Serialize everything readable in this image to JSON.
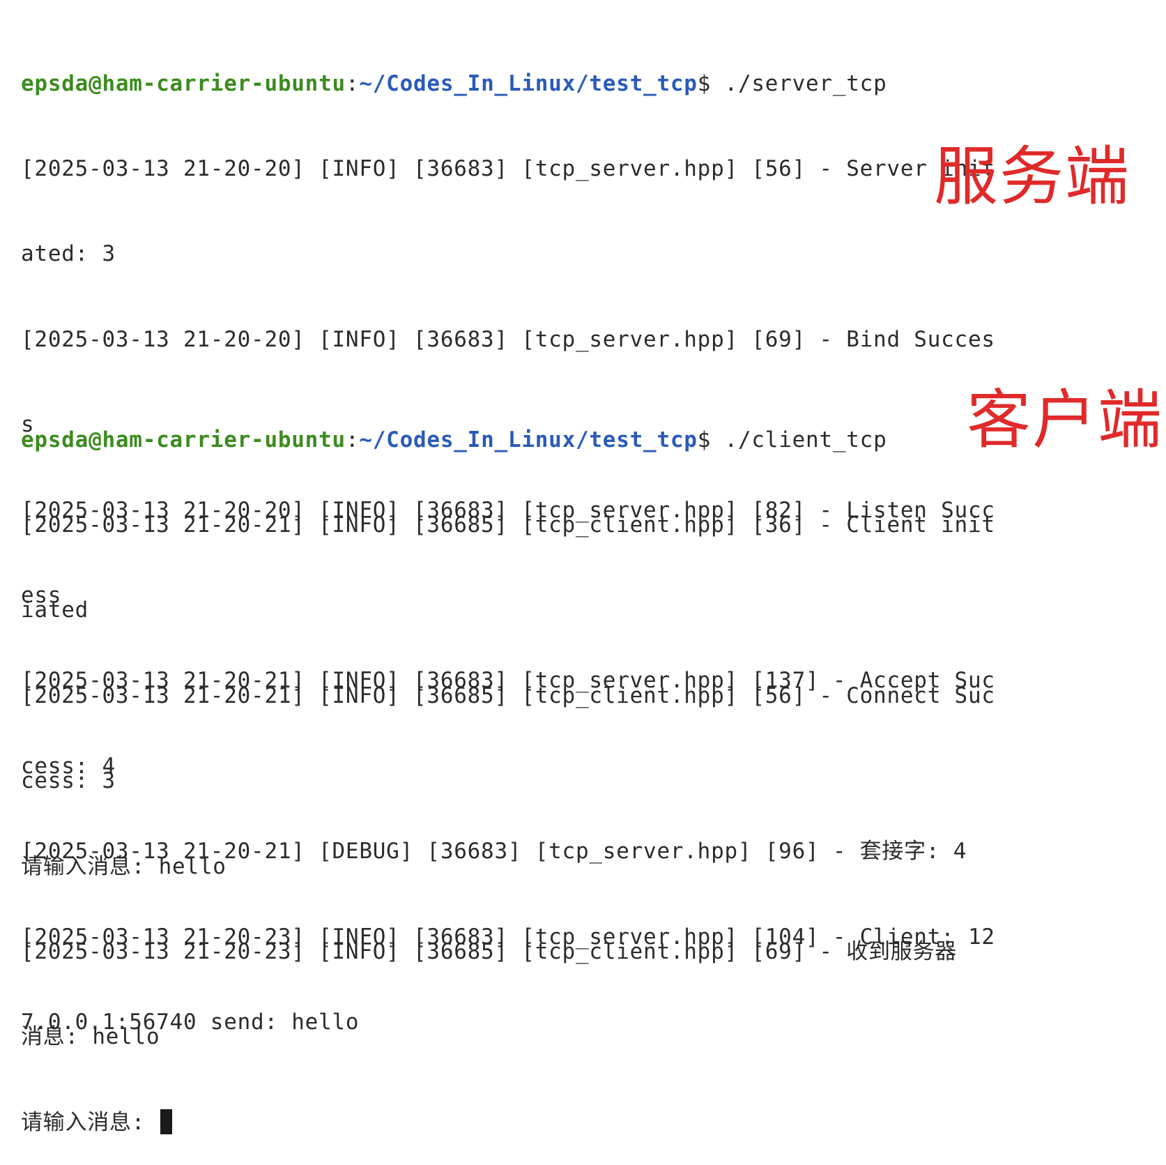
{
  "colors": {
    "prompt_user": "#3c8c1f",
    "prompt_path": "#2a5bb8",
    "text": "#2b2b2b",
    "annotation": "#e02a2a"
  },
  "prompt": {
    "user_host": "epsda@ham-carrier-ubuntu",
    "colon": ":",
    "path": "~/Codes_In_Linux/test_tcp",
    "dollar": "$"
  },
  "server": {
    "command": " ./server_tcp",
    "lines": [
      "[2025-03-13 21-20-20] [INFO] [36683] [tcp_server.hpp] [56] - Server init",
      "ated: 3",
      "[2025-03-13 21-20-20] [INFO] [36683] [tcp_server.hpp] [69] - Bind Succes",
      "s",
      "[2025-03-13 21-20-20] [INFO] [36683] [tcp_server.hpp] [82] - Listen Succ",
      "ess",
      "[2025-03-13 21-20-21] [INFO] [36683] [tcp_server.hpp] [137] - Accept Suc",
      "cess: 4",
      "[2025-03-13 21-20-21] [DEBUG] [36683] [tcp_server.hpp] [96] - 套接字: 4",
      "[2025-03-13 21-20-23] [INFO] [36683] [tcp_server.hpp] [104] - Client: 12",
      "7.0.0.1:56740 send: hello"
    ],
    "annotation": "服务端"
  },
  "client": {
    "command": " ./client_tcp",
    "lines": [
      "[2025-03-13 21-20-21] [INFO] [36685] [tcp_client.hpp] [36] - Client init",
      "iated",
      "[2025-03-13 21-20-21] [INFO] [36685] [tcp_client.hpp] [56] - Connect Suc",
      "cess: 3",
      "请输入消息: hello",
      "[2025-03-13 21-20-23] [INFO] [36685] [tcp_client.hpp] [69] - 收到服务器",
      "消息: hello"
    ],
    "input_prompt": "请输入消息: ",
    "annotation": "客户端"
  }
}
